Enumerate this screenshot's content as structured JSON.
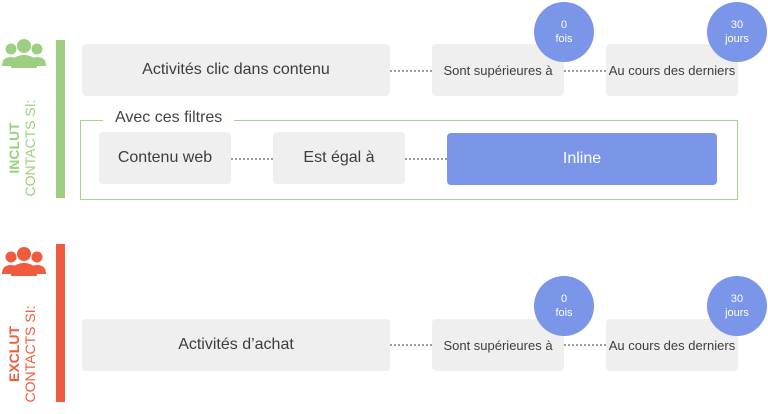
{
  "colors": {
    "include": "#9ccf7f",
    "exclude": "#f05a3f",
    "accent": "#7b95e8",
    "box_bg": "#efefef"
  },
  "include": {
    "icon": "users-group-icon",
    "label_strong": "INCLUT",
    "label_sub": "CONTACTS SI:",
    "condition": "Activités clic dans contenu",
    "operator": "Sont supérieures à",
    "count_value": "0",
    "count_unit": "fois",
    "period_label": "Au cours des derniers",
    "period_value": "30",
    "period_unit": "jours",
    "filters": {
      "title": "Avec ces filtres",
      "field": "Contenu web",
      "operator": "Est égal à",
      "value": "Inline"
    }
  },
  "exclude": {
    "icon": "users-group-icon",
    "label_strong": "EXCLUT",
    "label_sub": "CONTACTS SI:",
    "condition": "Activités d’achat",
    "operator": "Sont supérieures à",
    "count_value": "0",
    "count_unit": "fois",
    "period_label": "Au cours des derniers",
    "period_value": "30",
    "period_unit": "jours"
  }
}
